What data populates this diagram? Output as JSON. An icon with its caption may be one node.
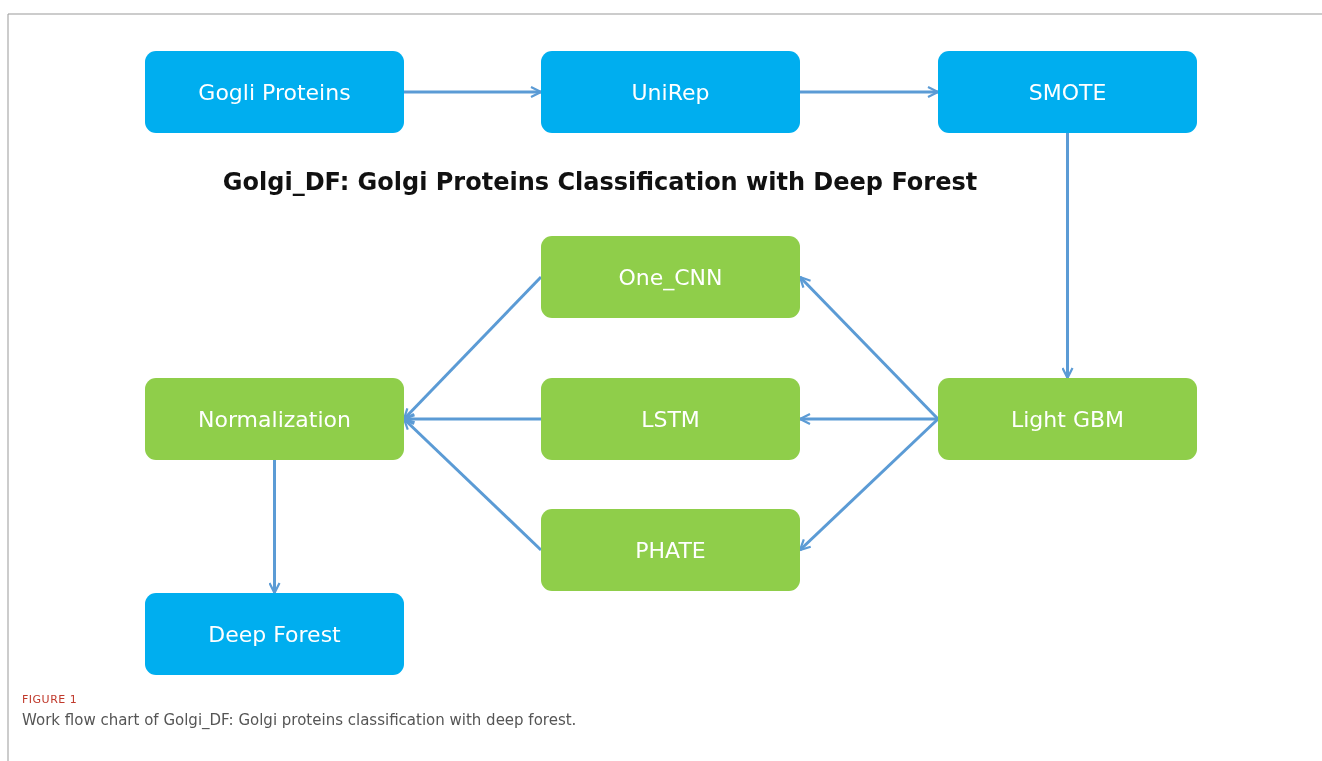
{
  "diagram": {
    "title": "Golgi_DF: Golgi Proteins Classification with Deep Forest",
    "caption": "Work flow chart of Golgi_DF: Golgi proteins classification with deep forest.",
    "nodes": [
      {
        "text": [
          "Gogli Proteins"
        ]
      },
      {
        "text": [
          "UniRep"
        ]
      },
      {
        "text": [
          "SMOTE"
        ]
      },
      {
        "text": [
          "One_CNN"
        ]
      },
      {
        "text": [
          "Normalization"
        ]
      },
      {
        "text": [
          "LSTM"
        ]
      },
      {
        "text": [
          "Light GBM"
        ]
      },
      {
        "text": [
          "PHATE"
        ]
      },
      {
        "text": [
          "Deep Forest"
        ]
      }
    ],
    "edges": [
      {
        "from": 0,
        "to": 1,
        "arrow": "to"
      },
      {
        "from": 1,
        "to": 2,
        "arrow": "to"
      },
      {
        "from": 2,
        "to": 6,
        "arrow": "to"
      },
      {
        "from": 6,
        "to": 3,
        "arrow": "to"
      },
      {
        "from": 6,
        "to": 5,
        "arrow": "to"
      },
      {
        "from": 6,
        "to": 7,
        "arrow": "to"
      },
      {
        "from": 3,
        "to": 4,
        "arrow": "to"
      },
      {
        "from": 5,
        "to": 4,
        "arrow": "to"
      },
      {
        "from": 7,
        "to": 4,
        "arrow": "to"
      },
      {
        "from": 4,
        "to": 8,
        "arrow": "to"
      }
    ],
    "labels": [
      "FIGURE 1"
    ]
  }
}
